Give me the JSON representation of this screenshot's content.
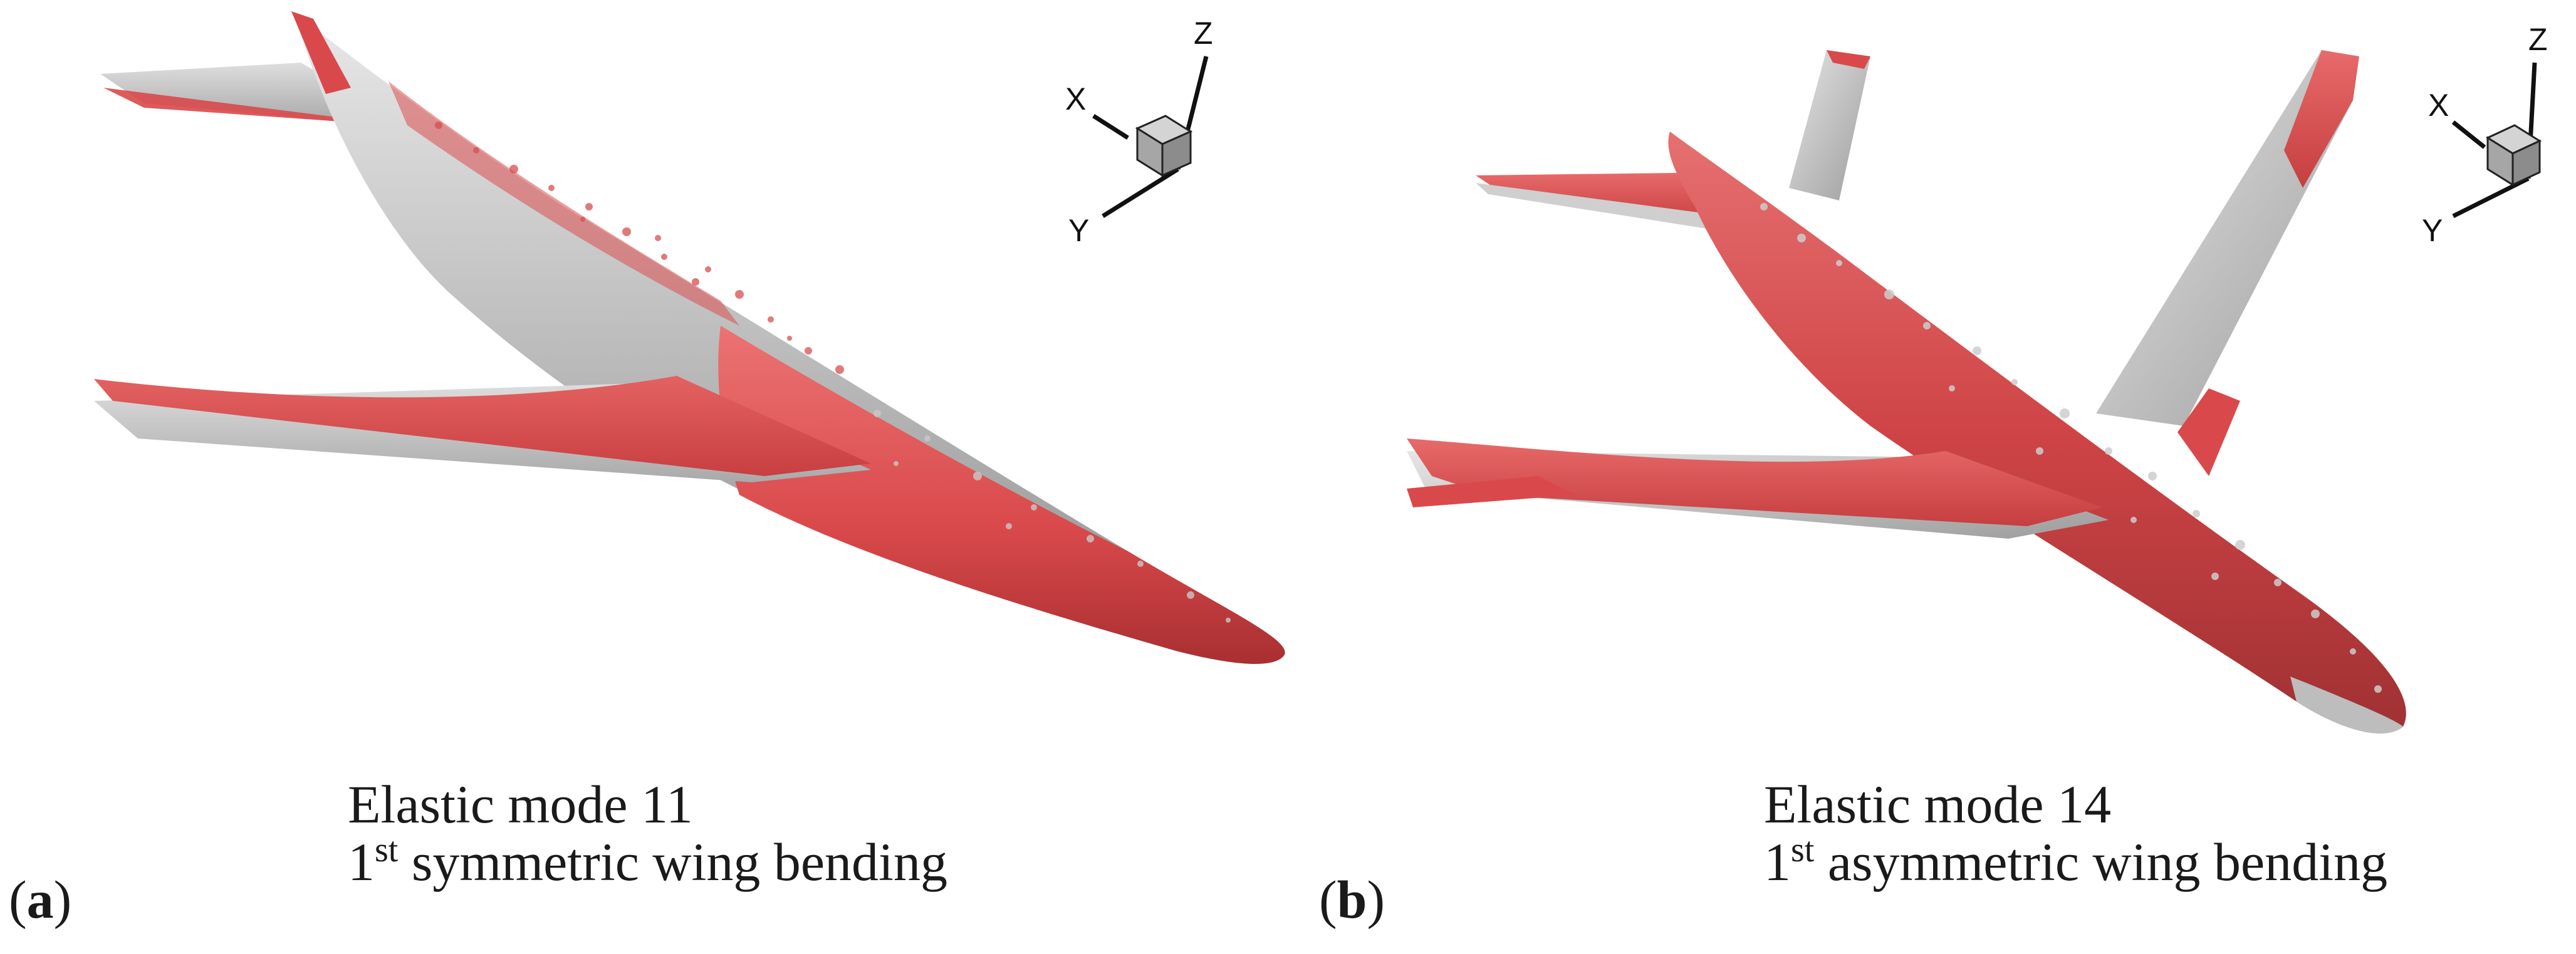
{
  "panels": [
    {
      "label": "a",
      "mode_title": "Elastic mode 11",
      "mode_order_number": "1",
      "mode_order_suffix": "st",
      "mode_description": "symmetric wing bending",
      "triad": {
        "x": "X",
        "y": "Y",
        "z": "Z"
      }
    },
    {
      "label": "b",
      "mode_title": "Elastic mode 14",
      "mode_order_number": "1",
      "mode_order_suffix": "st",
      "mode_description": "asymmetric wing bending",
      "triad": {
        "x": "X",
        "y": "Y",
        "z": "Z"
      }
    }
  ],
  "colors": {
    "deformed_surface": "#e05a5a",
    "deformed_surface_dark": "#c43d3f",
    "undeformed_surface": "#c4c4c4",
    "undeformed_surface_light": "#e2e2e2",
    "triad_cube": "#b5b5b5"
  }
}
